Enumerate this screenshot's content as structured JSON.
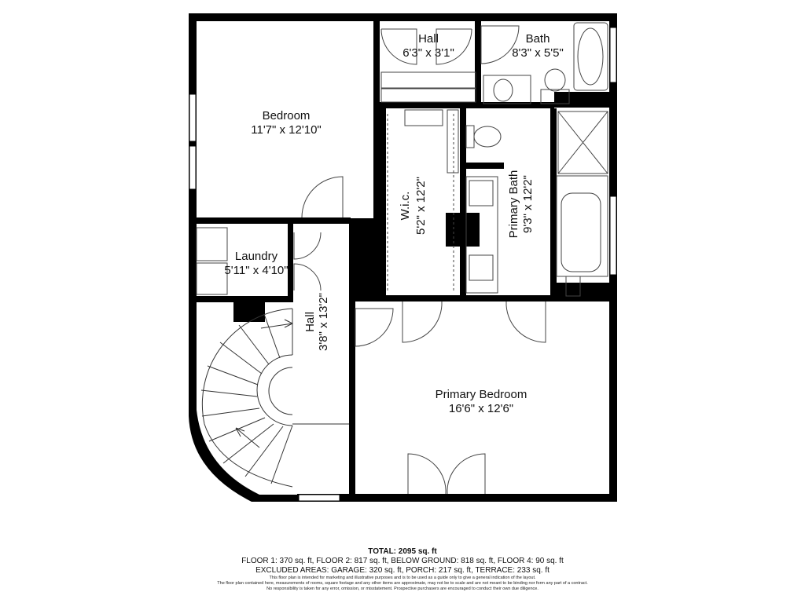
{
  "rooms": [
    {
      "id": "bedroom",
      "name": "Bedroom",
      "dims": "11'7\" x 12'10\""
    },
    {
      "id": "hall-top",
      "name": "Hall",
      "dims": "6'3\" x 3'1\""
    },
    {
      "id": "bath",
      "name": "Bath",
      "dims": "8'3\" x 5'5\""
    },
    {
      "id": "wic",
      "name": "W.i.c.",
      "dims": "5'2\" x 12'2\""
    },
    {
      "id": "primary-bath",
      "name": "Primary Bath",
      "dims": "9'3\" x 12'2\""
    },
    {
      "id": "laundry",
      "name": "Laundry",
      "dims": "5'11\" x 4'10\""
    },
    {
      "id": "hall-vert",
      "name": "Hall",
      "dims": "3'8\" x 13'2\""
    },
    {
      "id": "primary-bedroom",
      "name": "Primary Bedroom",
      "dims": "16'6\" x 12'6\""
    }
  ],
  "footer": {
    "total": "TOTAL: 2095 sq. ft",
    "floors": "FLOOR 1: 370 sq. ft, FLOOR 2: 817 sq. ft, BELOW GROUND: 818 sq. ft, FLOOR 4: 90 sq. ft",
    "excluded": "EXCLUDED AREAS: GARAGE: 320 sq. ft, PORCH: 217 sq. ft, TERRACE: 233 sq. ft",
    "disclaimer_1": "This floor plan is intended for marketing and illustrative purposes and is to be used as a guide only to give a general indication of the layout.",
    "disclaimer_2": "The floor plan contained here, measurements of rooms, square footage and any other items are approximate, may not be to scale and are not meant to be binding nor form any part of a contract.",
    "disclaimer_3": "No responsibility is taken for any error, omission, or misstatement. Prospective purchasers are encouraged to conduct their own due diligence."
  },
  "colors": {
    "wall": "#000000",
    "fixture": "#444444",
    "background": "#ffffff"
  }
}
